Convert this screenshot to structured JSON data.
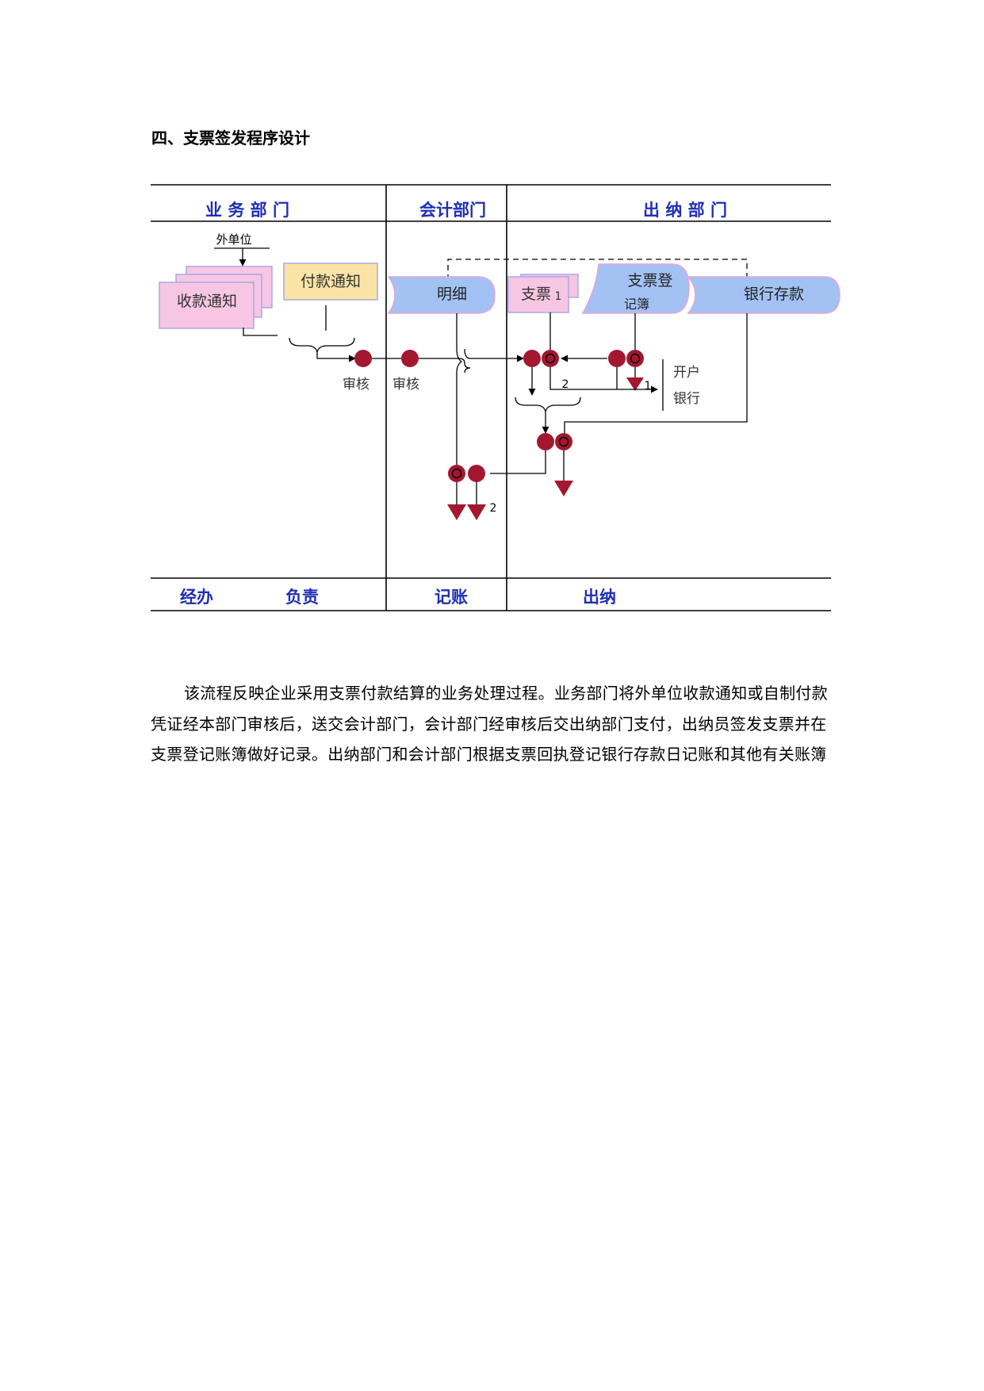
{
  "section_title": "四、支票签发程序设计",
  "lanes": {
    "business": "业 务 部 门",
    "accounting": "会计部门",
    "cashier": "出 纳 部 门"
  },
  "footer": {
    "handler": "经办",
    "supervisor": "负责",
    "bookkeeping": "记账",
    "cashier": "出纳"
  },
  "nodes": {
    "external_unit": "外单位",
    "receipt_notice": "收款通知",
    "payment_notice": "付款通知",
    "detail_ledger": "明细",
    "check": "支票",
    "check_no": "1",
    "check_register_line1": "支票登",
    "check_register_line2": "记簿",
    "bank_deposit": "银行存款",
    "review_1": "审核",
    "review_2": "审核",
    "bank_line1": "开户",
    "bank_line2": "银行",
    "copy_1": "1",
    "copy_2a": "2",
    "copy_2b": "2"
  },
  "paragraph": "该流程反映企业采用支票付款结算的业务处理过程。业务部门将外单位收款通知或自制付款凭证经本部门审核后，送交会计部门，会计部门经审核后交出纳部门支付，出纳员签发支票并在支票登记账簿做好记录。出纳部门和会计部门根据支票回执登记银行存款日记账和其他有关账簿",
  "colors": {
    "lane_header_text": "#1f2fb5",
    "pink_doc": "#f7c6e3",
    "pink_border": "#a8a8e8",
    "yellow_doc": "#fbe3a6",
    "ledger_blue": "#a3c2f3",
    "ledger_border": "#e2a6d8",
    "node_red": "#a3182f"
  }
}
